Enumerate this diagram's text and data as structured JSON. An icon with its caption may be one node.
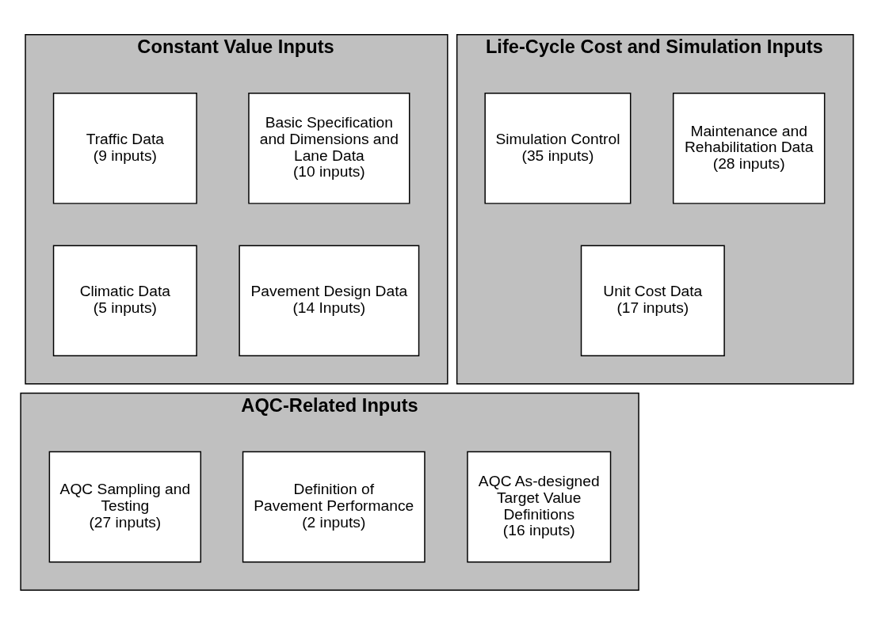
{
  "diagram": {
    "nodes": [
      {
        "text": [
          "Constant Value Inputs"
        ]
      },
      {
        "text": [
          "Basic Specification and Dimensions and Lane Data",
          "(10 inputs)"
        ],
        "in": 0
      },
      {
        "text": [
          "Traffic Data",
          "(9 inputs)"
        ],
        "in": 0
      },
      {
        "text": [
          "Pavement Design Data",
          "(14 Inputs)"
        ],
        "in": 0
      },
      {
        "text": [
          "Climatic Data",
          "(5 inputs)"
        ],
        "in": 0
      },
      {
        "text": [
          "Life-Cycle Cost and Simulation Inputs"
        ]
      },
      {
        "text": [
          "Maintenance and Rehabilitation Data",
          "(28 inputs)"
        ],
        "in": 5
      },
      {
        "text": [
          "Simulation Control",
          "(35 inputs)"
        ],
        "in": 5
      },
      {
        "text": [
          "Unit Cost Data",
          "(17 inputs)"
        ],
        "in": 5
      },
      {
        "text": [
          "AQC-Related Inputs"
        ]
      },
      {
        "text": [
          "Definition of Pavement Performance",
          "(2 inputs)"
        ],
        "in": 9
      },
      {
        "text": [
          "AQC Sampling and Testing",
          "(27 inputs)"
        ],
        "in": 9
      },
      {
        "text": [
          "AQC As-designed Target Value Definitions",
          "(16 inputs)"
        ],
        "in": 9
      }
    ]
  }
}
